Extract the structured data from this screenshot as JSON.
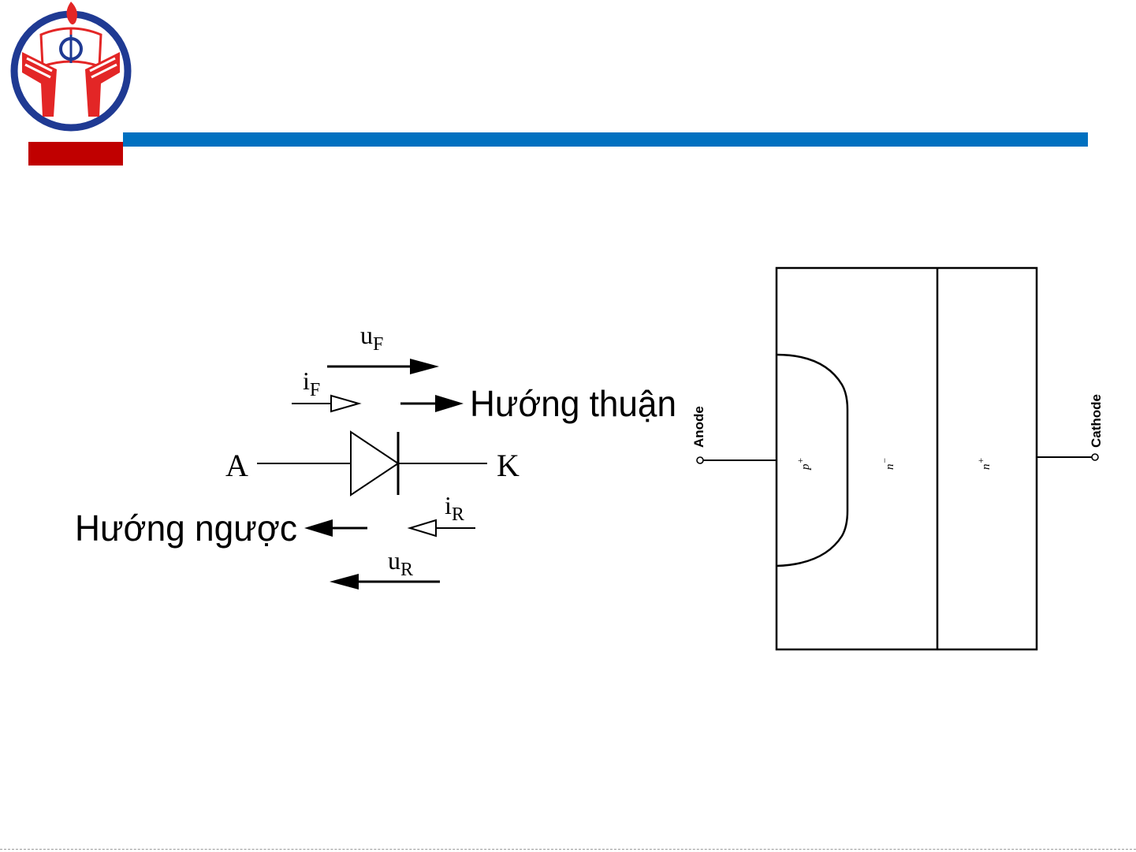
{
  "header": {
    "bar_color": "#0070C0",
    "accent_color": "#C00000",
    "logo": {
      "icon": "university-logo-icon",
      "ring_color": "#1F3A93",
      "hands_color": "#E32626",
      "torch_color": "#E32626"
    }
  },
  "diode_symbol": {
    "anode_label": "A",
    "cathode_label": "K",
    "forward_voltage": {
      "main": "u",
      "sub": "F"
    },
    "forward_current": {
      "main": "i",
      "sub": "F"
    },
    "reverse_current": {
      "main": "i",
      "sub": "R"
    },
    "reverse_voltage": {
      "main": "u",
      "sub": "R"
    },
    "forward_direction_label": "Hướng thuận",
    "reverse_direction_label": "Hướng ngược"
  },
  "pn_structure": {
    "anode_label": "Anode",
    "cathode_label": "Cathode",
    "regions": [
      {
        "main": "p",
        "sup": "+"
      },
      {
        "main": "n",
        "sup": "−"
      },
      {
        "main": "n",
        "sup": "+"
      }
    ]
  }
}
